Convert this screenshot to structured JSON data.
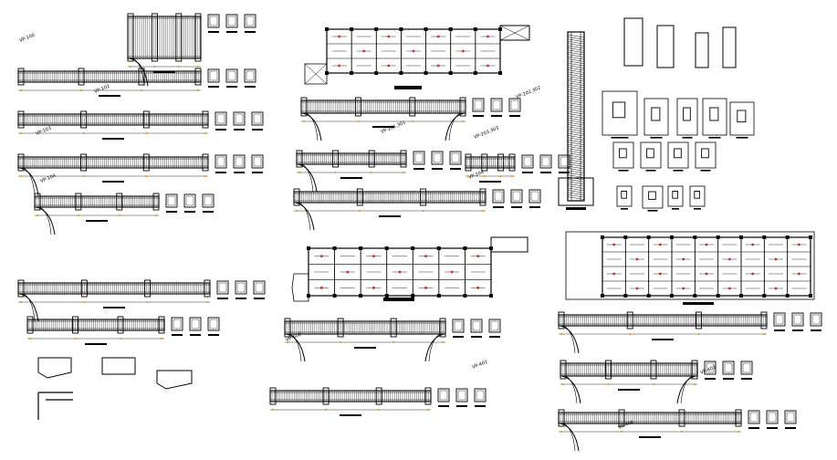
{
  "drawing": {
    "colors": {
      "background": "#ffffff",
      "line": "#000000",
      "rebar_marker": "#e02020",
      "dimension_marker": "#f08a00"
    },
    "beam_labels": {
      "vp_100": "VP-100",
      "vp_102": "VP-102",
      "vp_103": "VP-103",
      "vp_104": "VP-104",
      "vp_201_301": "VP-201,301",
      "vp_202_302": "VP-202,302",
      "vp_203_303": "VP-203,303",
      "vp_204": "VP-204",
      "vp_400": "VP-400",
      "vp_402": "VP-402",
      "vp_403": "VP-403",
      "vp_404": "VP-404"
    }
  }
}
